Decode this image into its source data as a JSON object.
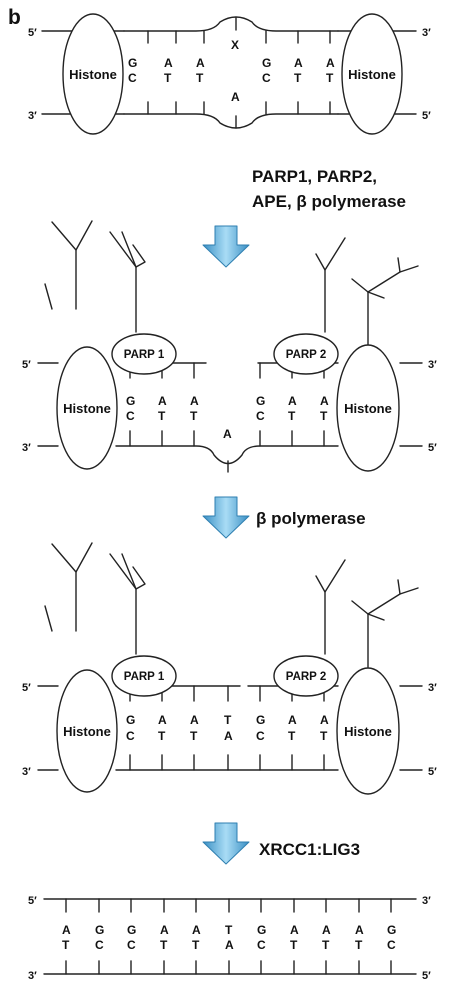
{
  "panel_label": "b",
  "ends": {
    "five_prime": "5′",
    "three_prime": "3′"
  },
  "histone_label": "Histone",
  "stage1": {
    "top_bases": [
      "G",
      "A",
      "A",
      "X",
      "G",
      "A",
      "A"
    ],
    "bottom_bases": [
      "C",
      "T",
      "T",
      "A",
      "C",
      "T",
      "T"
    ]
  },
  "step1_label": {
    "line1": "PARP1, PARP2,",
    "line2": "APE, β polymerase"
  },
  "stage2": {
    "parp1": "PARP 1",
    "parp2": "PARP 2",
    "top_bases": [
      "G",
      "A",
      "A",
      "G",
      "A",
      "A"
    ],
    "bottom_bases": [
      "C",
      "T",
      "T",
      "A",
      "C",
      "T",
      "T"
    ]
  },
  "step2_label": "β polymerase",
  "stage3": {
    "parp1": "PARP 1",
    "parp2": "PARP 2",
    "top_bases": [
      "G",
      "A",
      "A",
      "T",
      "G",
      "A",
      "A"
    ],
    "bottom_bases": [
      "C",
      "T",
      "T",
      "A",
      "C",
      "T",
      "T"
    ]
  },
  "step3_label": "XRCC1:LIG3",
  "stage4": {
    "top_bases": [
      "A",
      "G",
      "G",
      "A",
      "A",
      "T",
      "G",
      "A",
      "A",
      "A",
      "G"
    ],
    "bottom_bases": [
      "T",
      "C",
      "C",
      "T",
      "T",
      "A",
      "C",
      "T",
      "T",
      "T",
      "C"
    ]
  }
}
